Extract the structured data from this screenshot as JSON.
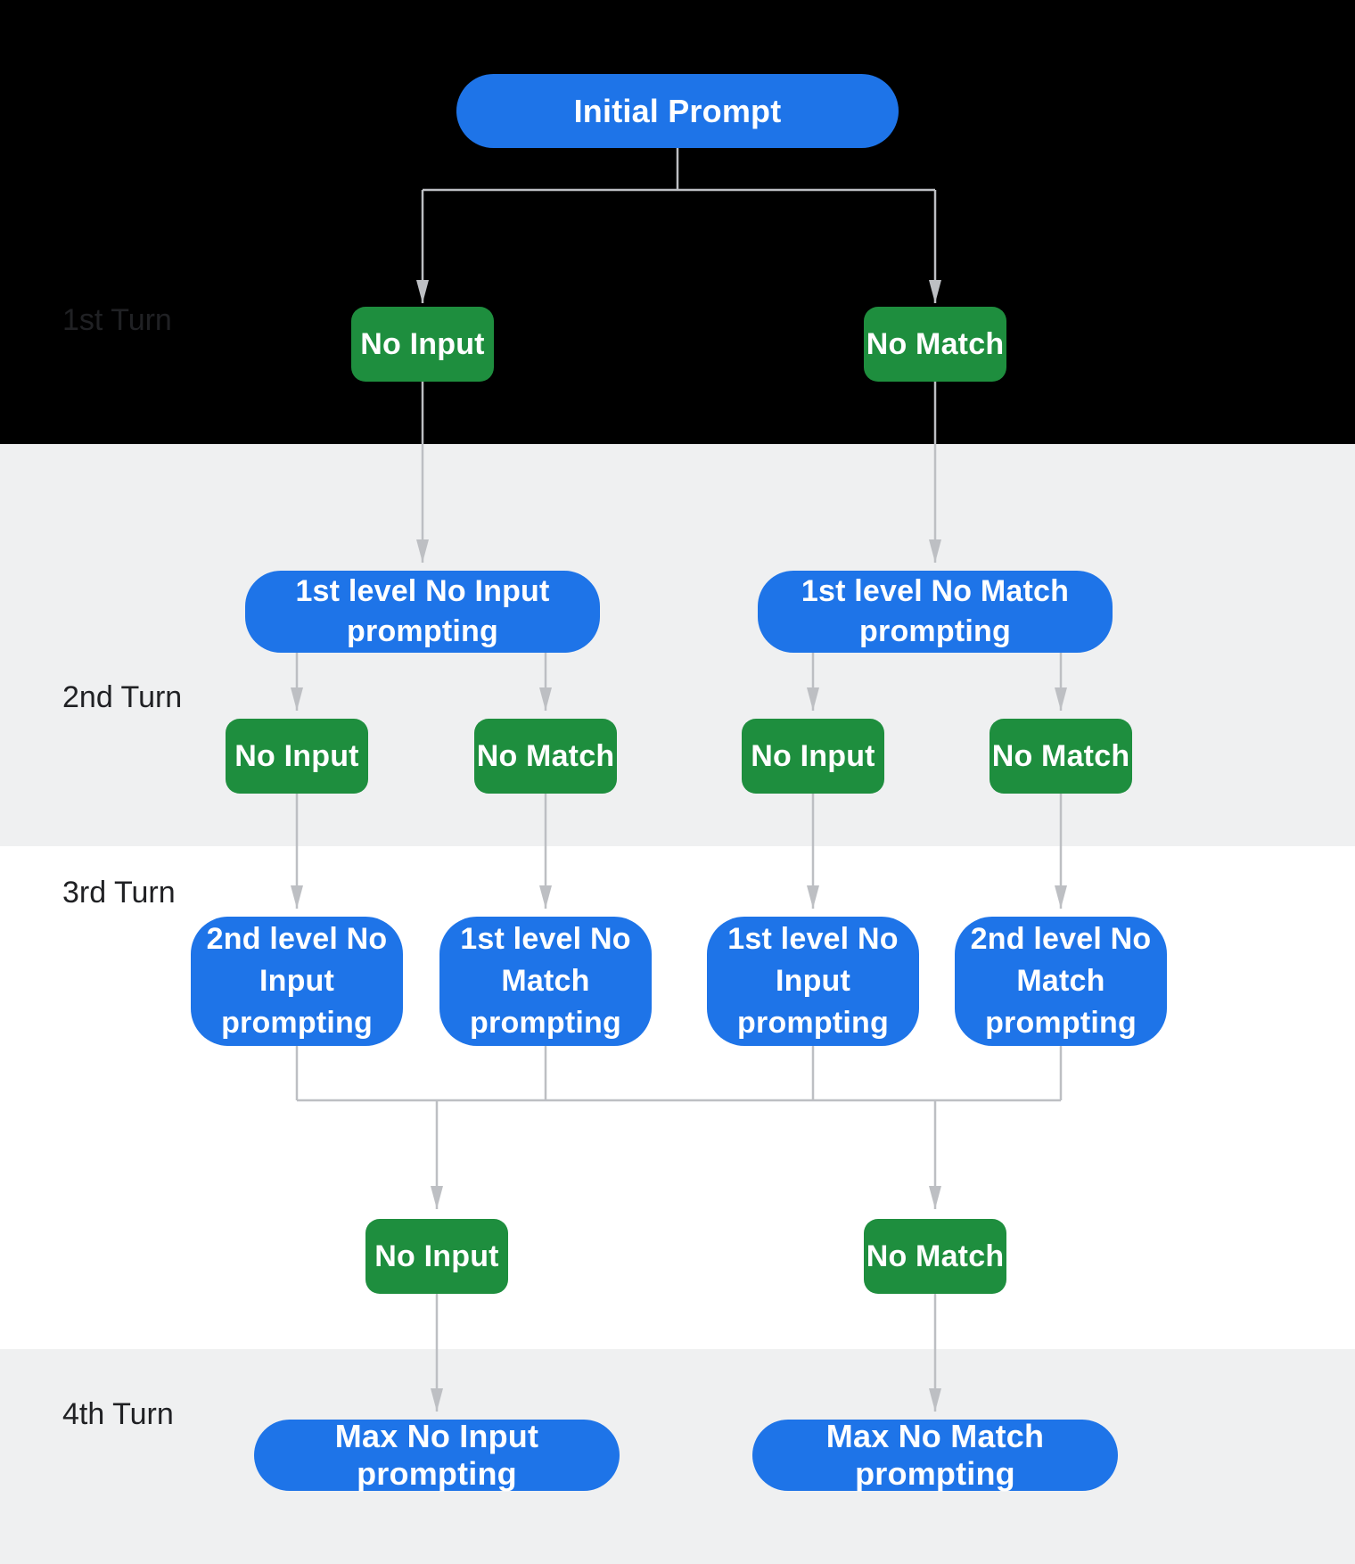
{
  "colors": {
    "node_blue": "#1E74E8",
    "node_green": "#1E8E3E",
    "connector_gray": "#BDBFC3",
    "turn_label_dark": "#202124",
    "band_black": "#000000",
    "band_gray": "#EFF0F1",
    "band_white": "#FFFFFF",
    "node_text_white": "#FFFFFF"
  },
  "turns": {
    "t1": "1st Turn",
    "t2": "2nd Turn",
    "t3": "3rd Turn",
    "t4": "4th Turn"
  },
  "nodes": {
    "initial_prompt": "Initial Prompt",
    "t1_no_input": "No Input",
    "t1_no_match": "No Match",
    "l1_no_input_prompting": [
      "1st level No Input",
      "prompting"
    ],
    "l1_no_match_prompting": [
      "1st level No Match",
      "prompting"
    ],
    "t2_no_input_left": "No Input",
    "t2_no_match_left": "No Match",
    "t2_no_input_right": "No Input",
    "t2_no_match_right": "No Match",
    "l2_no_input_prompting": [
      "2nd level No",
      "Input",
      "prompting"
    ],
    "l1_no_match_prompting_3rd": [
      "1st level No",
      "Match",
      "prompting"
    ],
    "l1_no_input_prompting_3rd": [
      "1st level No",
      "Input",
      "prompting"
    ],
    "l2_no_match_prompting": [
      "2nd level No",
      "Match",
      "prompting"
    ],
    "t3_no_input": "No Input",
    "t3_no_match": "No Match",
    "max_no_input_prompting": "Max No Input prompting",
    "max_no_match_prompting": "Max No Match prompting"
  }
}
